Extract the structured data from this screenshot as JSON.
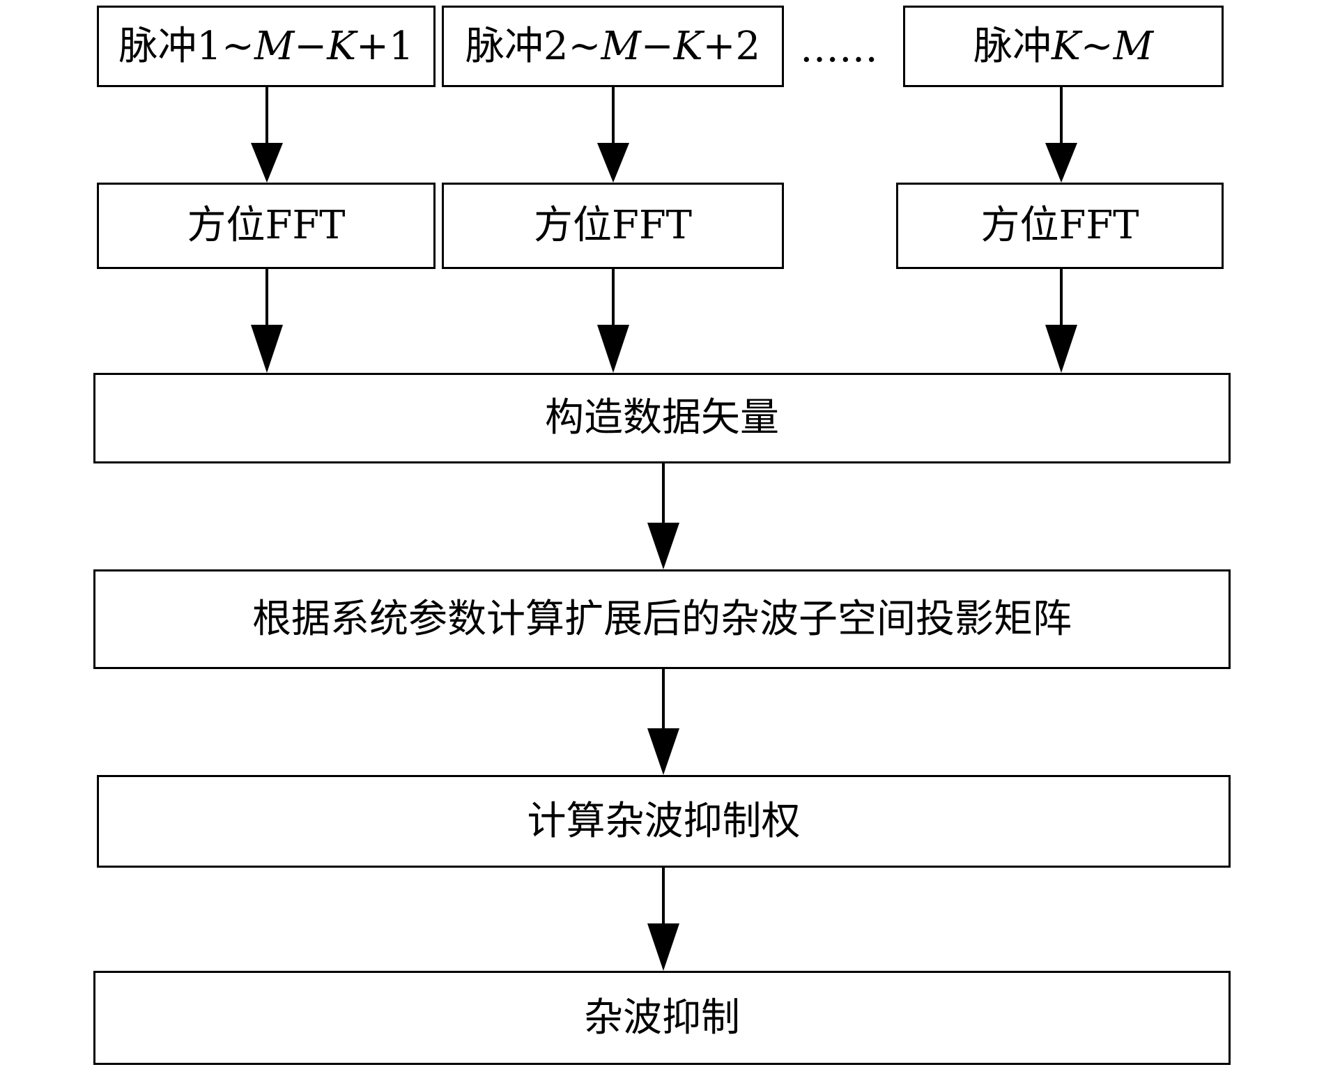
{
  "row1": {
    "pulse_a": {
      "prefix": "脉冲1~",
      "M": "M",
      "mid": "−",
      "K": "K",
      "suffix": "+1"
    },
    "pulse_b": {
      "prefix": "脉冲2~",
      "M": "M",
      "mid": "−",
      "K": "K",
      "suffix": "+2"
    },
    "ellipsis": "……",
    "pulse_c": {
      "prefix": "脉冲",
      "K": "K",
      "mid": "~",
      "M": "M"
    }
  },
  "row2": {
    "fft_label": "方位FFT"
  },
  "steps": {
    "construct": "构造数据矢量",
    "projection": "根据系统参数计算扩展后的杂波子空间投影矩阵",
    "weights": "计算杂波抑制权",
    "suppress": "杂波抑制"
  },
  "colors": {
    "stroke": "#000000",
    "fill": "#ffffff"
  }
}
